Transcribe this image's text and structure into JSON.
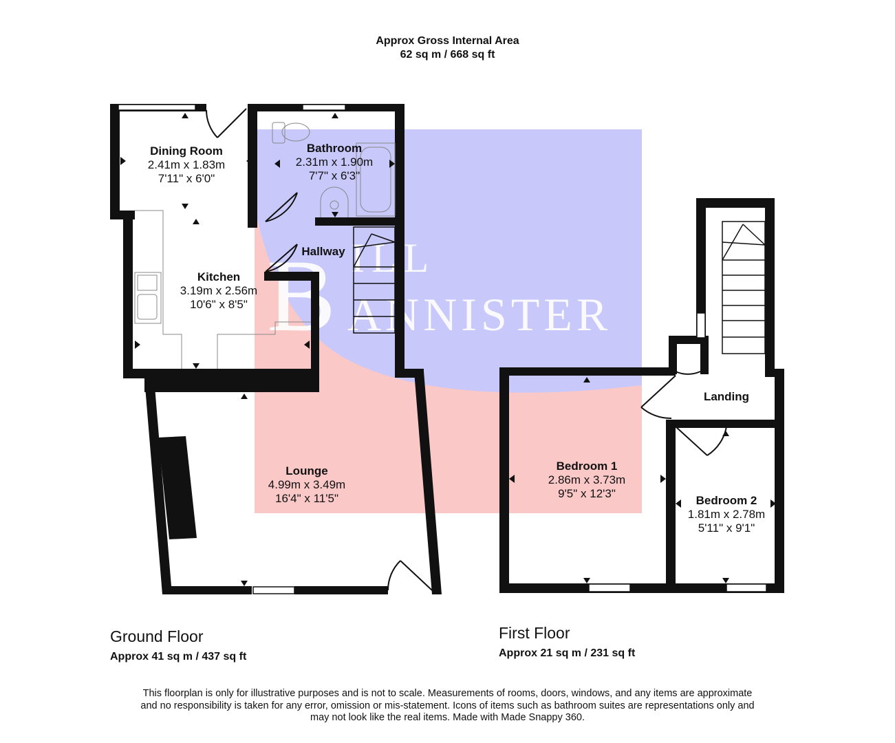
{
  "header": {
    "title": "Approx Gross Internal Area",
    "area": "62 sq m / 668 sq ft"
  },
  "rooms": {
    "dining_room": {
      "name": "Dining Room",
      "metric": "2.41m x 1.83m",
      "imperial": "7'11\" x 6'0\""
    },
    "bathroom": {
      "name": "Bathroom",
      "metric": "2.31m x 1.90m",
      "imperial": "7'7\" x 6'3\""
    },
    "hallway": {
      "name": "Hallway"
    },
    "kitchen": {
      "name": "Kitchen",
      "metric": "3.19m x 2.56m",
      "imperial": "10'6\" x 8'5\""
    },
    "lounge": {
      "name": "Lounge",
      "metric": "4.99m x 3.49m",
      "imperial": "16'4\" x 11'5\""
    },
    "bedroom_1": {
      "name": "Bedroom 1",
      "metric": "2.86m x 3.73m",
      "imperial": "9'5\" x 12'3\""
    },
    "bedroom_2": {
      "name": "Bedroom 2",
      "metric": "1.81m x 2.78m",
      "imperial": "5'11\" x 9'1\""
    },
    "landing": {
      "name": "Landing"
    }
  },
  "floors": {
    "ground": {
      "name": "Ground Floor",
      "area": "Approx 41 sq m / 437 sq ft"
    },
    "first": {
      "name": "First Floor",
      "area": "Approx 21 sq m / 231 sq ft"
    }
  },
  "watermark": {
    "text": "BILL BANNISTER",
    "colors": {
      "blue": "#c8c8fa",
      "red": "#fbc8c8"
    }
  },
  "disclaimer": {
    "line1": "This floorplan is only for illustrative purposes and is not to scale. Measurements of rooms, doors, windows, and any items are approximate",
    "line2": "and no responsibility is taken for any error, omission or mis-statement. Icons of items such as bathroom suites are representations only and",
    "line3": "may not look like the real items. Made with Made Snappy 360."
  }
}
